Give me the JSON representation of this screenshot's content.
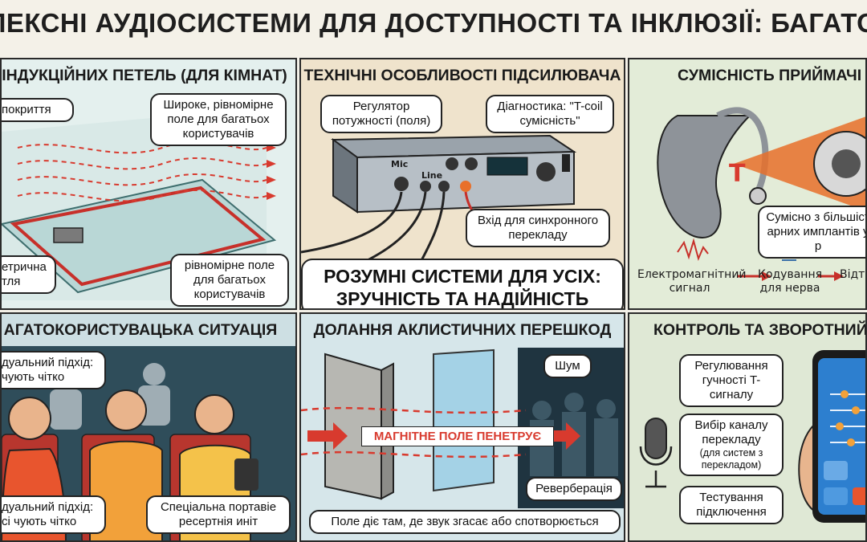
{
  "title": "ПЛЕКСНІ АУДІОСИСТЕМИ ДЛЯ ДОСТУПНОСТІ ТА ІНКЛЮЗІЇ: БАГАТОГРАННИЙ ПІД",
  "panels": {
    "loop": {
      "heading": "ІНДУКЦІЙНИХ ПЕТЕЛЬ (ДЛЯ КІМНАТ)",
      "coverage": "покриття",
      "wide_field": "Широке, рівномірне поле для багатьох користувачів",
      "symmetric": "етрична тля",
      "uniform": "рівномірне поле для багатьох користувачів"
    },
    "amplifier": {
      "heading": "ТЕХНІЧНІ ОСОБЛИВОСТІ ПІДСИЛЮВАЧА",
      "power_regulator": "Регулятор потужності (поля)",
      "diagnostics": "Діагностика: \"T-coil сумісність\"",
      "mic_label": "Mic",
      "line_label": "Line",
      "sync_input": "Вхід для синхронного перекладу",
      "slogan": "РОЗУМНІ СИСТЕМИ ДЛЯ УСІХ: ЗРУЧНІСТЬ ТА НАДІЙНІСТЬ"
    },
    "compat": {
      "heading": "СУМІСНІСТЬ ПРИЙМАЧІ",
      "t_letter": "T",
      "implants": "Сумісно з більшіст арних имплантів у р",
      "flow": [
        "Електромагнітний сигнал",
        "Кодування для нерва",
        "Відт з"
      ]
    },
    "multi": {
      "heading": "АГАТОКОРИСТУВАЦЬКА СИТУАЦІЯ",
      "top_bubble": "дуальний підхід: чують чітко",
      "bottom_bubble": "дуальний підхід: сі чують чітко",
      "portable": "Спеціальна портавіе ресертнія иніт"
    },
    "acoustic": {
      "heading": "ДОЛАННЯ АКЛИСТИЧНИХ ПЕРЕШКОД",
      "noise": "Шум",
      "field_label": "МАГНІТНЕ ПОЛЕ ПЕНЕТРУЄ",
      "reverb": "Реверберація",
      "caption": "Поле діє там, де звук згасає або спотворюється"
    },
    "control": {
      "heading": "КОНТРОЛЬ ТА ЗВОРОТНИЙ ЗВ",
      "volume": "Регулювання гучності T-сигналу",
      "channel_title": "Вибір каналу перекладу",
      "channel_note": "(для систем з перекладом)",
      "testing": "Тестування підключення"
    }
  },
  "colors": {
    "panel_bg": "#dff0ef",
    "amp_bg": "#ecdfc6",
    "compat_bg": "#e3ecd8",
    "multi_bg": "#cddfe3",
    "acoustic_bg": "#d6e6ea",
    "control_bg": "#dfe8d5",
    "field_red": "#d83a2e",
    "accent_orange": "#e8702a"
  }
}
